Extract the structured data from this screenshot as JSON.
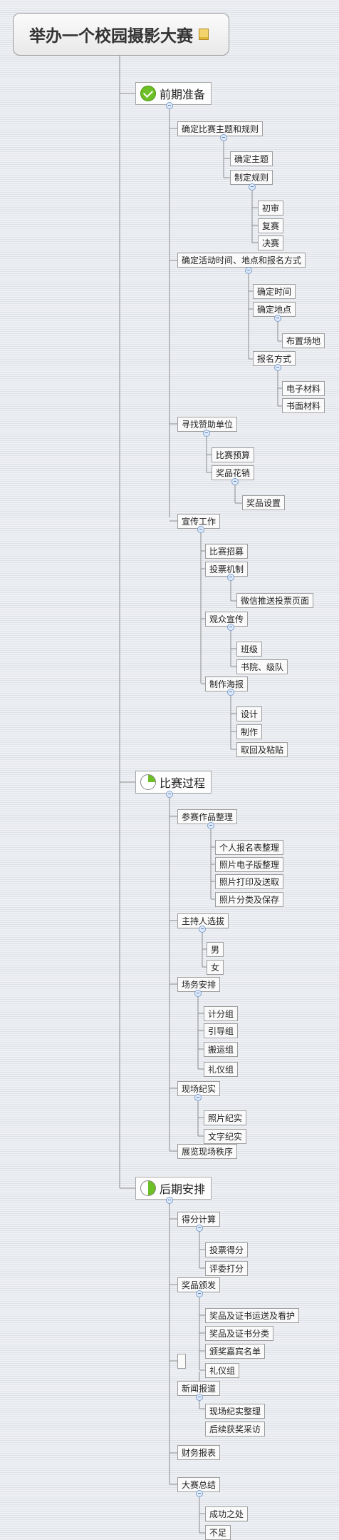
{
  "root": {
    "title": "举办一个校园摄影大赛",
    "note_icon": "note-icon"
  },
  "branches": [
    {
      "label": "前期准备",
      "status": "completed-check-icon",
      "progress": 1.0
    },
    {
      "label": "比赛过程",
      "status": "progress-quarter-icon",
      "progress": 0.25
    },
    {
      "label": "后期安排",
      "status": "progress-half-icon",
      "progress": 0.5
    }
  ],
  "topics": {
    "t1": "确定比赛主题和规则",
    "t2": "确定主题",
    "t3": "制定规则",
    "t4": "初审",
    "t5": "复赛",
    "t6": "决赛",
    "t7": "确定活动时间、地点和报名方式",
    "t8": "确定时间",
    "t9": "确定地点",
    "t10": "布置场地",
    "t11": "报名方式",
    "t12": "电子材料",
    "t13": "书面材料",
    "t14": "寻找赞助单位",
    "t15": "比赛预算",
    "t16": "奖品花销",
    "t17": "奖品设置",
    "t18": "宣传工作",
    "t19": "比赛招募",
    "t20": "投票机制",
    "t21": "微信推送投票页面",
    "t22": "观众宣传",
    "t23": "班级",
    "t24": "书院、级队",
    "t25": "制作海报",
    "t26": "设计",
    "t27": "制作",
    "t28": "取回及粘贴",
    "t29": "参赛作品整理",
    "t30": "个人报名表整理",
    "t31": "照片电子版整理",
    "t32": "照片打印及送取",
    "t33": "照片分类及保存",
    "t34": "主持人选拔",
    "t35": "男",
    "t36": "女",
    "t37": "场务安排",
    "t38": "计分组",
    "t39": "引导组",
    "t40": "搬运组",
    "t41": "礼仪组",
    "t42": "现场纪实",
    "t43": "照片纪实",
    "t44": "文字纪实",
    "t45": "展览现场秩序",
    "t46": "得分计算",
    "t47": "投票得分",
    "t48": "评委打分",
    "t49": "奖品颁发",
    "t50": "奖品及证书运送及看护",
    "t51": "奖品及证书分类",
    "t52": "颁奖嘉宾名单",
    "t53": "礼仪组",
    "t54": "新闻报道",
    "t55": "现场纪实整理",
    "t56": "后续获奖采访",
    "t57": "财务报表",
    "t58": "大赛总结",
    "t59": "成功之处",
    "t60": "不足"
  }
}
